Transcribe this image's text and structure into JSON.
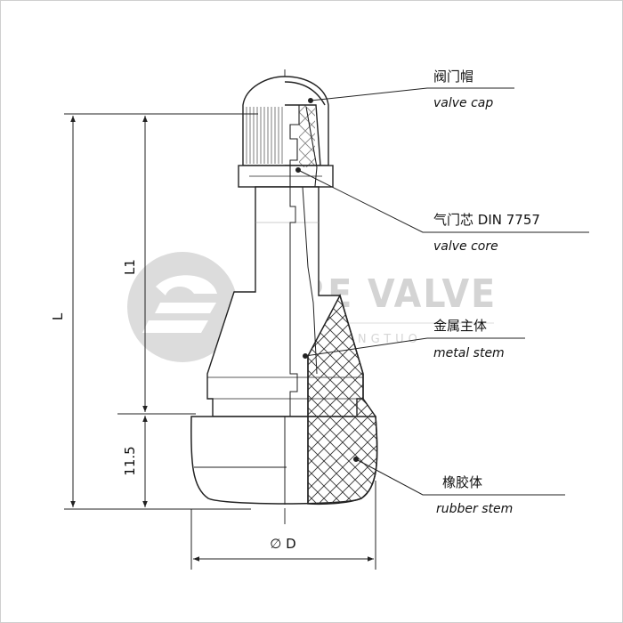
{
  "watermark": {
    "text": "TIRE VALVE",
    "sub": "ZHENGTUO"
  },
  "labels": {
    "cap_cn": "阀门帽",
    "cap_en": "valve cap",
    "core_cn": "气门芯 DIN 7757",
    "core_en": "valve core",
    "stem_cn": "金属主体",
    "stem_en": "metal stem",
    "rubber_cn": "橡胶体",
    "rubber_en": "rubber stem"
  },
  "dimensions": {
    "L": "L",
    "L1": "L1",
    "h": "11.5",
    "D": "∅ D"
  },
  "colors": {
    "line": "#222222",
    "watermark": "#d6d6d6"
  }
}
